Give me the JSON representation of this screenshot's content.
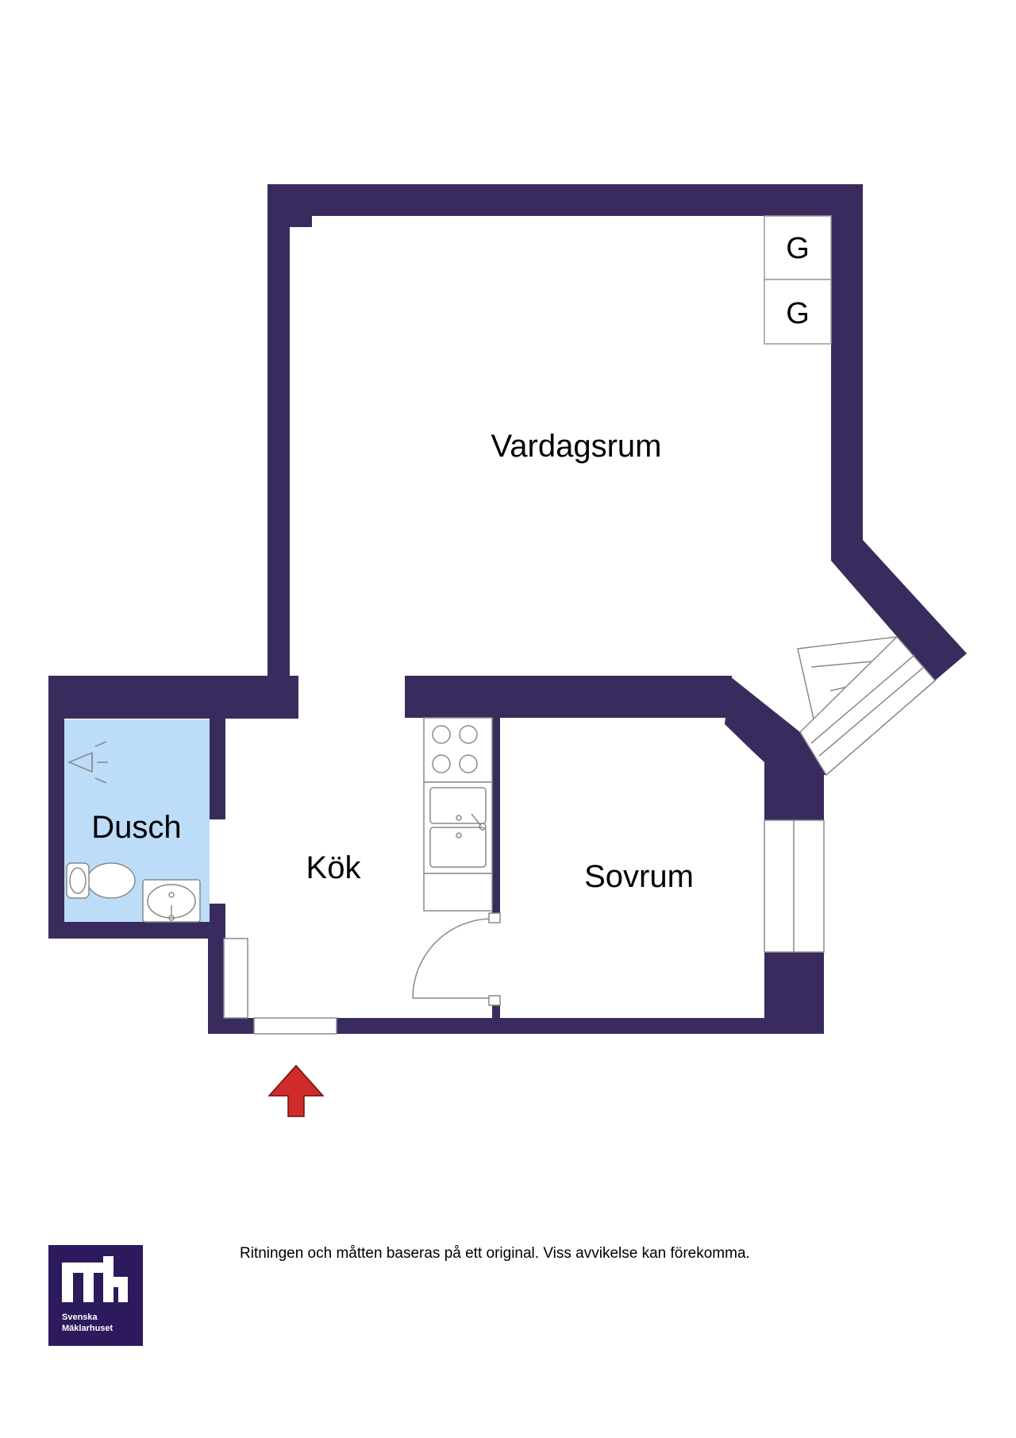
{
  "rooms": {
    "living": "Vardagsrum",
    "kitchen": "Kök",
    "bedroom": "Sovrum",
    "shower": "Dusch"
  },
  "closets": [
    "G",
    "G"
  ],
  "disclaimer": "Ritningen och måtten baseras på ett original. Viss avvikelse kan förekomma.",
  "logo": {
    "line1": "Svenska",
    "line2": "Mäklarhuset"
  },
  "colors": {
    "wall": "#3a2b5e",
    "shower_floor": "#bcdcf7",
    "entrance_arrow": "#d12a2a",
    "logo_bg": "#2c1a5c"
  },
  "icons": {
    "entrance": "entrance-arrow-icon",
    "shower_head": "shower-head-icon",
    "toilet": "toilet-icon",
    "washbasin": "washbasin-icon",
    "stove": "stove-icon",
    "sink": "sink-icon"
  }
}
